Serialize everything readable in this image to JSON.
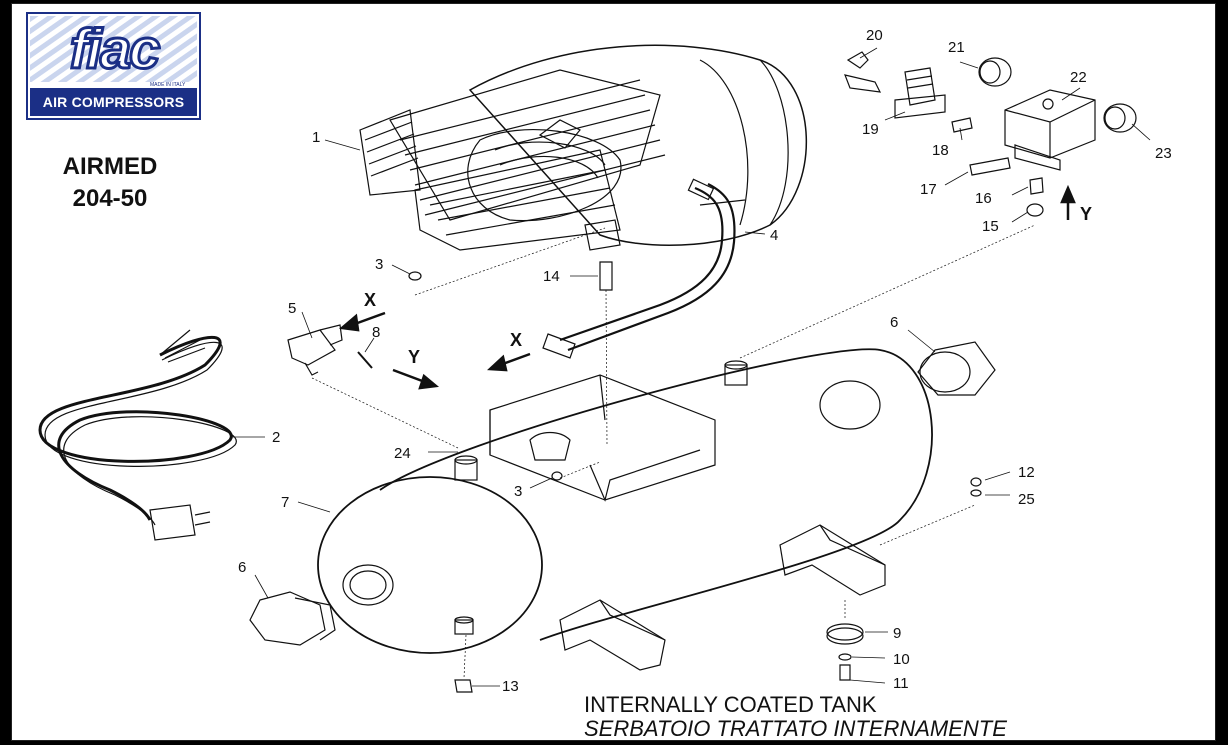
{
  "brand": {
    "wordmark": "fiac",
    "made_in": "MADE IN ITALY",
    "tagline": "AIR COMPRESSORS"
  },
  "model": {
    "line1": "AIRMED",
    "line2": "204-50"
  },
  "callouts": [
    "1",
    "2",
    "3",
    "3",
    "4",
    "5",
    "6",
    "6",
    "7",
    "8",
    "9",
    "10",
    "11",
    "12",
    "13",
    "14",
    "15",
    "16",
    "17",
    "18",
    "19",
    "20",
    "21",
    "22",
    "23",
    "24",
    "25"
  ],
  "arrows": {
    "x_label": "X",
    "y_label": "Y"
  },
  "footer": {
    "english": "INTERNALLY COATED TANK",
    "italian": "SERBATOIO TRATTATO INTERNAMENTE"
  },
  "colors": {
    "brand_blue": "#1b2f86",
    "line": "#111111",
    "sheet": "#ffffff"
  }
}
